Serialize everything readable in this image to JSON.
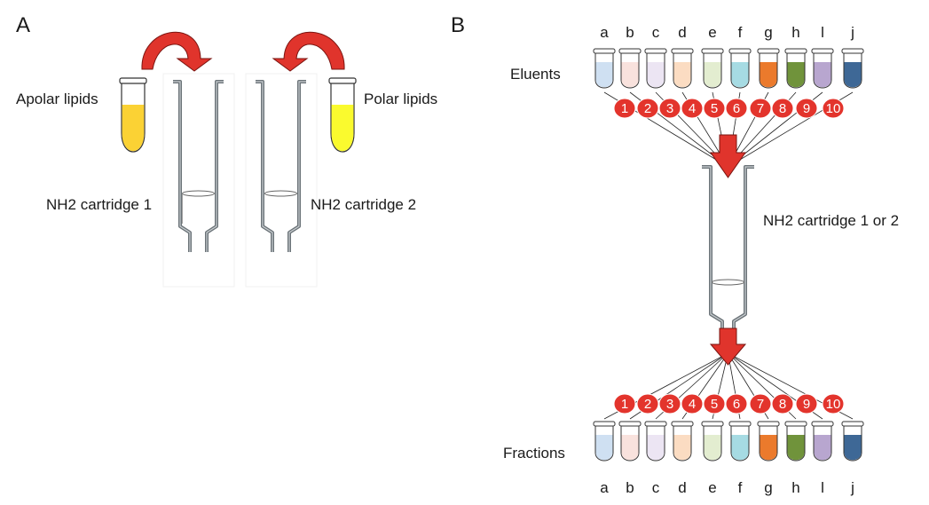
{
  "panel_a": {
    "letter": "A",
    "apolar_label": "Apolar lipids",
    "polar_label": "Polar lipids",
    "cartridge1_label": "NH2 cartridge 1",
    "cartridge2_label": "NH2 cartridge 2",
    "apolar_color": "#fbd234",
    "polar_color": "#fafa2e",
    "arrow_color": "#e0342c"
  },
  "panel_b": {
    "letter": "B",
    "eluents_label": "Eluents",
    "fractions_label": "Fractions",
    "cartridge_label": "NH2 cartridge 1 or 2",
    "tube_letters": [
      "a",
      "b",
      "c",
      "d",
      "e",
      "f",
      "g",
      "h",
      "l",
      "j"
    ],
    "tube_colors": [
      "#cfe0f2",
      "#f9e2dd",
      "#ece5f3",
      "#fbdcc2",
      "#e3edd0",
      "#a6dbe3",
      "#eb7a2c",
      "#70933b",
      "#b8a6cf",
      "#3e6896"
    ],
    "numbers": [
      "1",
      "2",
      "3",
      "4",
      "5",
      "6",
      "7",
      "8",
      "9",
      "10"
    ],
    "badge_color": "#e3342c",
    "arrow_color": "#e0342c"
  }
}
